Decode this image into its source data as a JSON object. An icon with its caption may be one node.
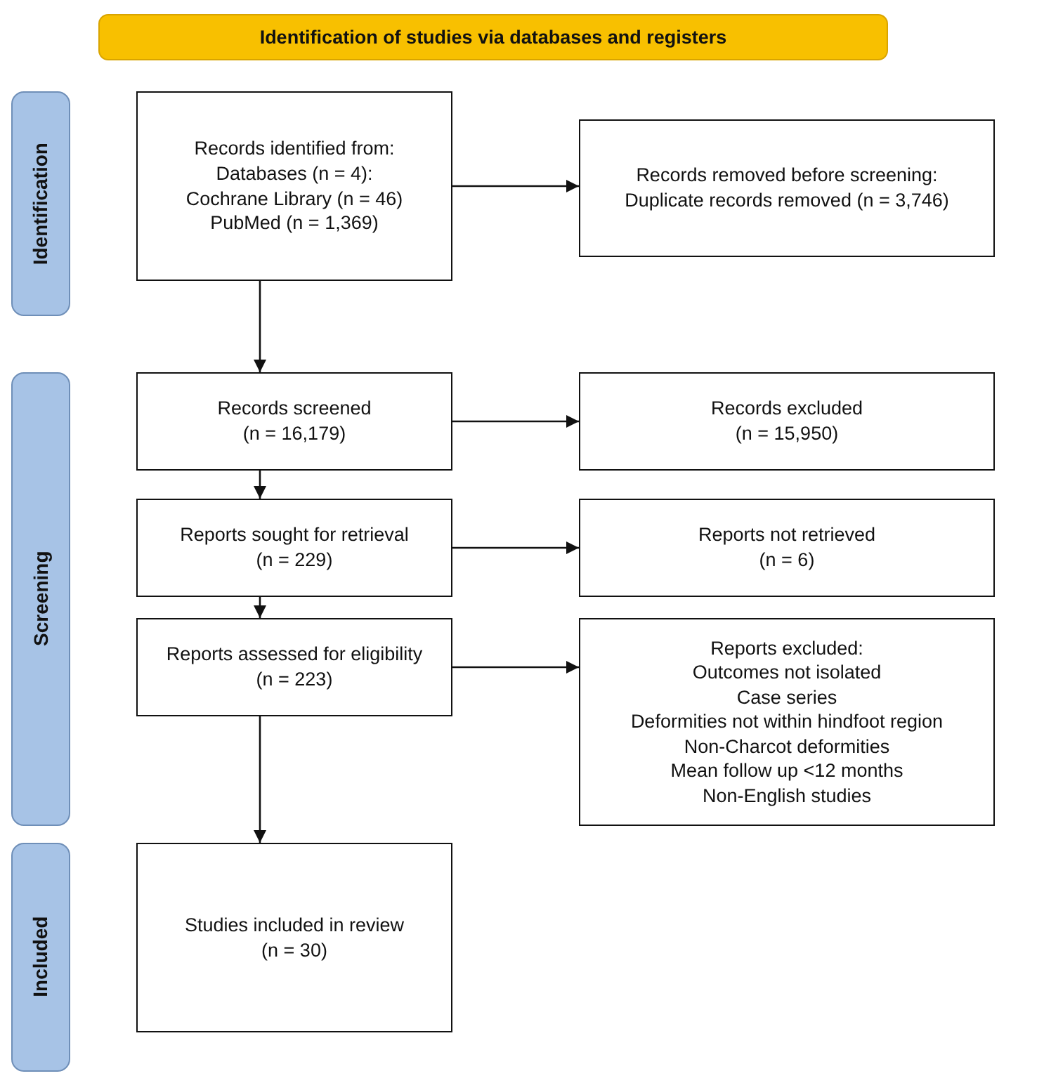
{
  "diagram": {
    "nodes": [
      {
        "text": [
          "Identification of studies via databases and registers"
        ]
      },
      {
        "text": [
          "Identification"
        ]
      },
      {
        "text": [
          "Records identified from:",
          "Databases (n = 4):",
          "Cochrane Library (n = 46)",
          "PubMed (n = 1,369)"
        ]
      },
      {
        "text": [
          "Records removed before screening:",
          "Duplicate records removed (n = 3,746)"
        ]
      },
      {
        "text": [
          "Screening"
        ]
      },
      {
        "text": [
          "Records screened",
          "(n = 16,179)"
        ]
      },
      {
        "text": [
          "Records excluded",
          "(n = 15,950)"
        ]
      },
      {
        "text": [
          "Reports sought for retrieval",
          "(n = 229)"
        ]
      },
      {
        "text": [
          "Reports not retrieved",
          "(n = 6)"
        ]
      },
      {
        "text": [
          "Reports assessed for eligibility",
          "(n = 223)"
        ]
      },
      {
        "text": [
          "Reports excluded:",
          "Outcomes not isolated",
          "Case series",
          "Deformities not within hindfoot region",
          "Non-Charcot deformities",
          "Mean follow up <12 months",
          "Non-English studies"
        ]
      },
      {
        "text": [
          "Included"
        ]
      },
      {
        "text": [
          "Studies included in review",
          "(n = 30)"
        ]
      }
    ],
    "edges": [
      {
        "from": 2,
        "to": 3,
        "arrow": "to"
      },
      {
        "from": 2,
        "to": 5,
        "arrow": "to"
      },
      {
        "from": 5,
        "to": 6,
        "arrow": "to"
      },
      {
        "from": 5,
        "to": 7,
        "arrow": "to"
      },
      {
        "from": 7,
        "to": 8,
        "arrow": "to"
      },
      {
        "from": 7,
        "to": 9,
        "arrow": "to"
      },
      {
        "from": 9,
        "to": 10,
        "arrow": "to"
      },
      {
        "from": 9,
        "to": 12,
        "arrow": "to"
      }
    ]
  }
}
